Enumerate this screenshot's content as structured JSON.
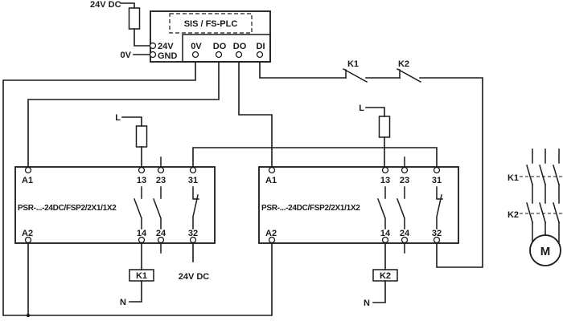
{
  "colors": {
    "ink": "#1a1a1a",
    "bg": "#ffffff"
  },
  "plc": {
    "title": "SIS / FS-PLC",
    "terminals": {
      "v24": "24V",
      "gnd": "GND",
      "zero_v": "0V",
      "do1": "DO",
      "do2": "DO",
      "di": "DI"
    }
  },
  "supply": {
    "dc24_top": "24V DC",
    "zero_v": "0V",
    "line_left": "L",
    "line_right": "L",
    "dc24_bottom": "24V DC",
    "neutral_left": "N",
    "neutral_right": "N"
  },
  "relays": [
    {
      "type_label": "PSR-...-24DC/FSP2/2X1/1X2",
      "coil": "K1",
      "terminals": {
        "a1": "A1",
        "t13": "13",
        "t23": "23",
        "t31": "31",
        "a2": "A2",
        "t14": "14",
        "t24": "24",
        "t32": "32"
      }
    },
    {
      "type_label": "PSR-...-24DC/FSP2/2X1/1X2",
      "coil": "K2",
      "terminals": {
        "a1": "A1",
        "t13": "13",
        "t23": "23",
        "t31": "31",
        "a2": "A2",
        "t14": "14",
        "t24": "24",
        "t32": "32"
      }
    }
  ],
  "feedback_contacts": {
    "k1": "K1",
    "k2": "K2"
  },
  "power_contacts": {
    "k1": "K1",
    "k2": "K2"
  },
  "motor": {
    "label": "M"
  }
}
